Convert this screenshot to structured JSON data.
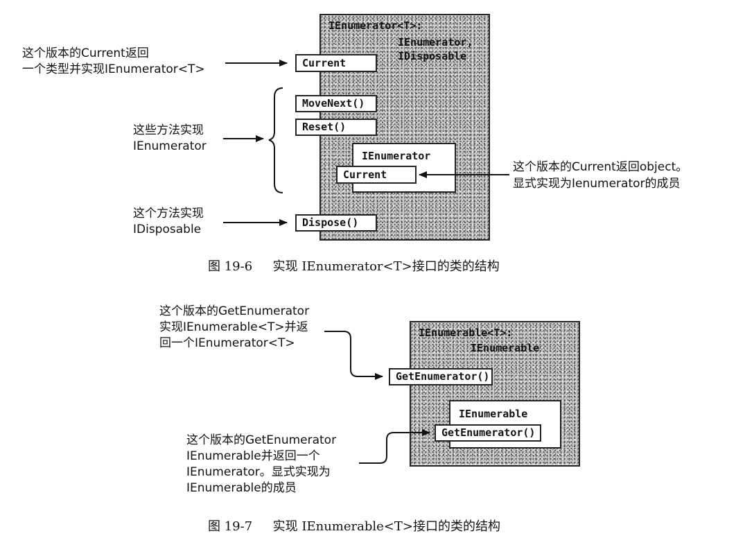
{
  "fig1": {
    "class_header_line1": "IEnumerator<T>:",
    "class_header_line2": "IEnumerator,",
    "class_header_line3": "IDisposable",
    "method_current": "Current",
    "method_movenext": "MoveNext()",
    "method_reset": "Reset()",
    "inner_title": "IEnumerator",
    "inner_current": "Current",
    "method_dispose": "Dispose()",
    "note_current_line1": "这个版本的Current返回",
    "note_current_line2": "一个类型并实现IEnumerator<T>",
    "note_methods_line1": "这些方法实现",
    "note_methods_line2": "IEnumerator",
    "note_object_line1": "这个版本的Current返回object。",
    "note_object_line2": "显式实现为Ienumerator的成员",
    "note_dispose_line1": "这个方法实现",
    "note_dispose_line2": "IDisposable",
    "caption_number": "图 19-6",
    "caption_text": "实现 IEnumerator<T>接口的类的结构"
  },
  "fig2": {
    "class_header_line1": "IEnumerable<T>:",
    "class_header_line2": "IEnumerable",
    "method_getenum": "GetEnumerator()",
    "inner_title": "IEnumerable",
    "inner_getenum": "GetEnumerator()",
    "note_generic_line1": "这个版本的GetEnumerator",
    "note_generic_line2": "实现IEnumerable<T>并返",
    "note_generic_line3": "回一个IEnumerator<T>",
    "note_explicit_line1": "这个版本的GetEnumerator",
    "note_explicit_line2": "IEnumerable并返回一个",
    "note_explicit_line3": "IEnumerator。显式实现为",
    "note_explicit_line4": "IEnumerable的成员",
    "caption_number": "图 19-7",
    "caption_text": "实现 IEnumerable<T>接口的类的结构"
  }
}
